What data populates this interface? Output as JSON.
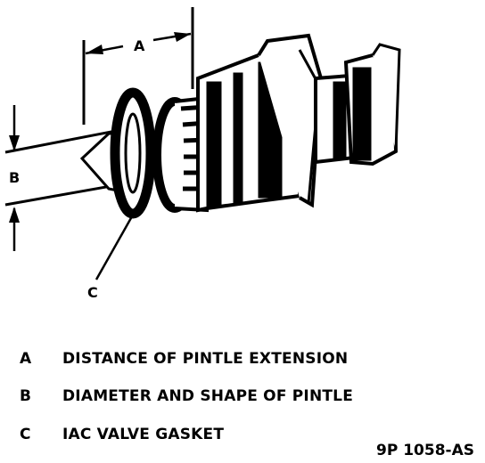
{
  "diagram": {
    "callouts": {
      "a": "A",
      "b": "B",
      "c": "C"
    }
  },
  "legend": [
    {
      "key": "A",
      "description": "DISTANCE OF PINTLE EXTENSION"
    },
    {
      "key": "B",
      "description": "DIAMETER AND SHAPE OF PINTLE"
    },
    {
      "key": "C",
      "description": "IAC VALVE GASKET"
    }
  ],
  "figure_id": "9P 1058-AS"
}
